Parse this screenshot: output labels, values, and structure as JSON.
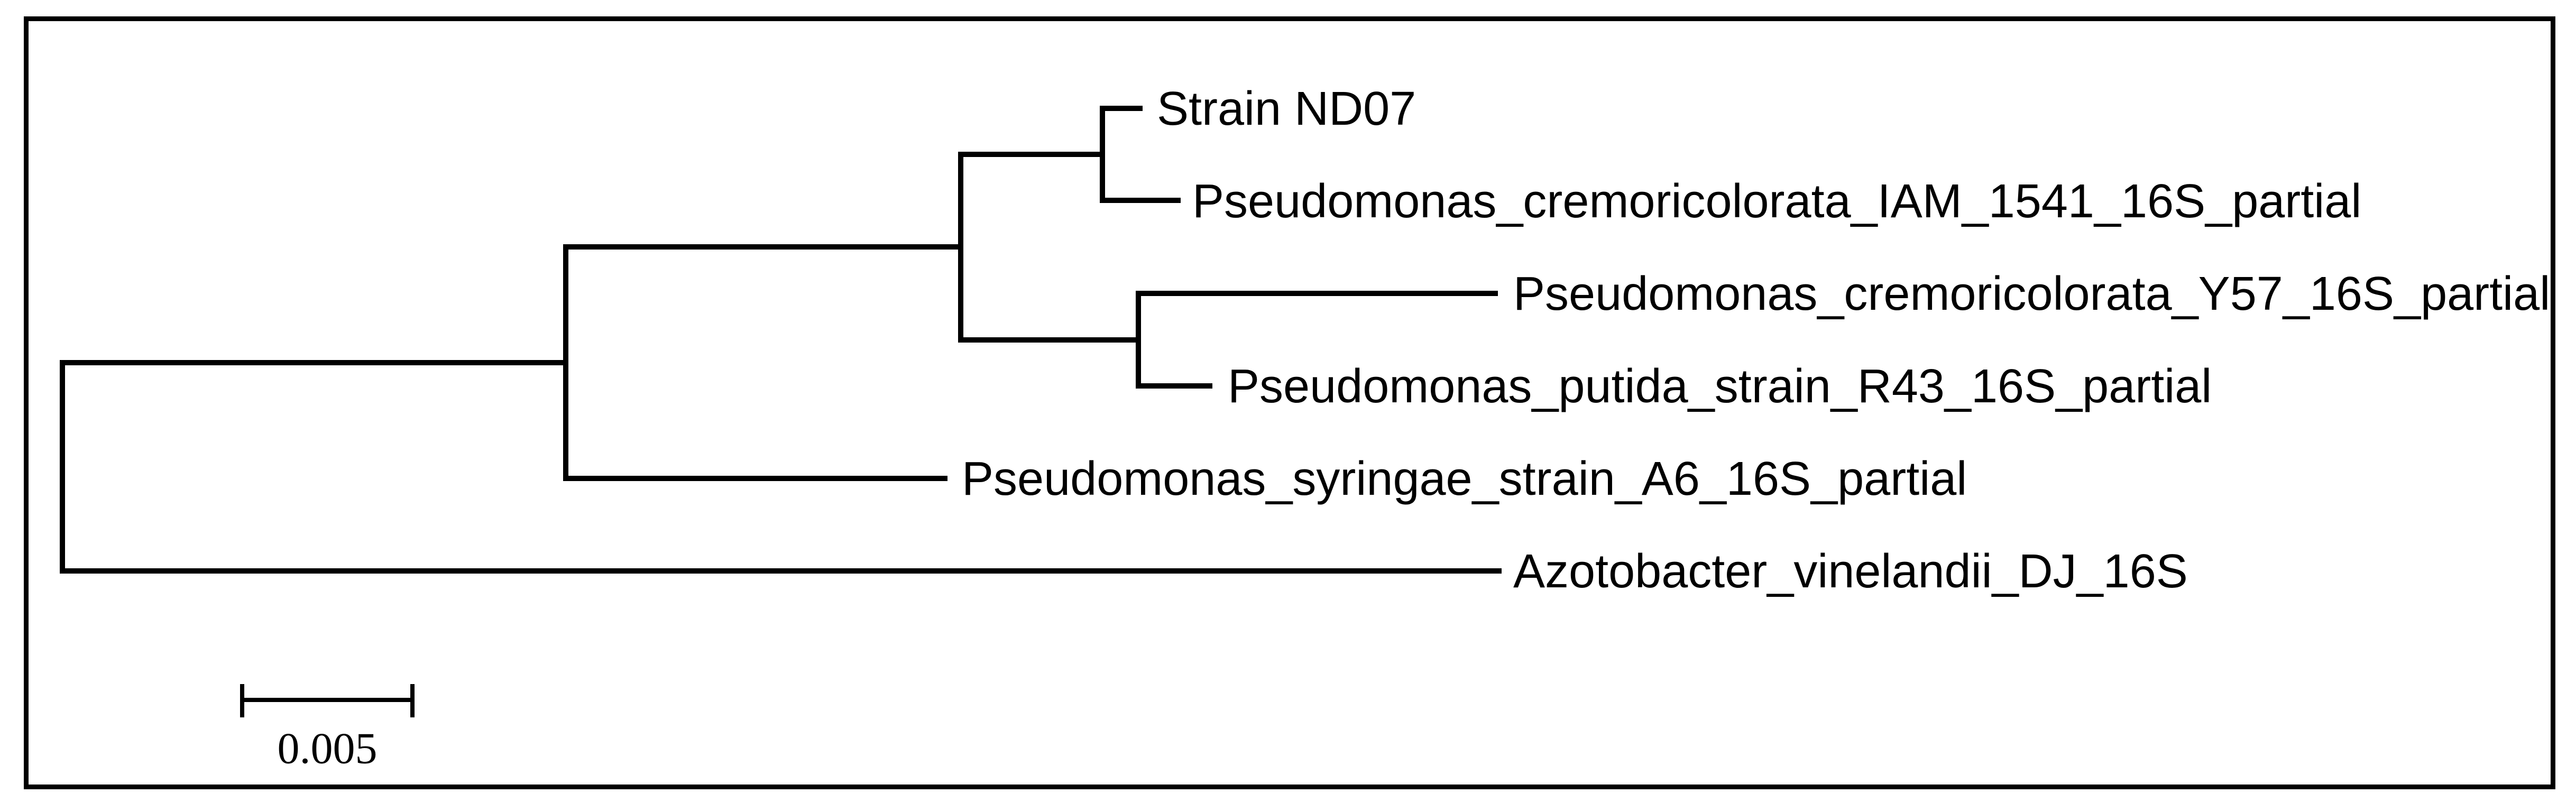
{
  "canvas": {
    "background_color": "#ffffff",
    "line_color": "#000000"
  },
  "tree": {
    "type": "phylogram",
    "orientation": "left-to-right",
    "taxa": [
      {
        "label": "Strain ND07"
      },
      {
        "label": "Pseudomonas_cremoricolorata_IAM_1541_16S_partial"
      },
      {
        "label": "Pseudomonas_cremoricolorata_Y57_16S_partial"
      },
      {
        "label": "Pseudomonas_putida_strain_R43_16S_partial"
      },
      {
        "label": "Pseudomonas_syringae_strain_A6_16S_partial"
      },
      {
        "label": "Azotobacter_vinelandii_DJ_16S"
      }
    ],
    "topology": {
      "root_children": [
        "clade_pseudomonas",
        "Azotobacter_vinelandii_DJ_16S"
      ],
      "clade_pseudomonas_children": [
        "clade_cremoricolorata_putida",
        "Pseudomonas_syringae_strain_A6_16S_partial"
      ],
      "clade_cremoricolorata_putida_children": [
        "clade_nd07_iam",
        "clade_y57_r43"
      ],
      "clade_nd07_iam_children": [
        "Strain ND07",
        "Pseudomonas_cremoricolorata_IAM_1541_16S_partial"
      ],
      "clade_y57_r43_children": [
        "Pseudomonas_cremoricolorata_Y57_16S_partial",
        "Pseudomonas_putida_strain_R43_16S_partial"
      ]
    },
    "branch_lengths_est": {
      "root_to_clade_pseudomonas": 0.0148,
      "root_to_Azotobacter_vinelandii_DJ_16S": 0.0422,
      "clade_pseudomonas_to_clade_cremoricolorata_putida": 0.0116,
      "clade_pseudomonas_to_Pseudomonas_syringae_strain_A6_16S_partial": 0.0111,
      "clade_cremoricolorata_putida_to_clade_nd07_iam": 0.0042,
      "clade_cremoricolorata_putida_to_clade_y57_r43": 0.0052,
      "clade_nd07_iam_to_Strain_ND07": 0.0011,
      "clade_nd07_iam_to_IAM_1541": 0.0022,
      "clade_y57_r43_to_Y57": 0.0105,
      "clade_y57_r43_to_R43": 0.0021
    },
    "newick_est": "((((Strain_ND07:0.0011,Pseudomonas_cremoricolorata_IAM_1541_16S_partial:0.0022):0.0042,(Pseudomonas_cremoricolorata_Y57_16S_partial:0.0105,Pseudomonas_putida_strain_R43_16S_partial:0.0021):0.0052):0.0116,Pseudomonas_syringae_strain_A6_16S_partial:0.0111):0.0148,Azotobacter_vinelandii_DJ_16S:0.0422);"
  },
  "scale_bar": {
    "label": "0.005",
    "value": 0.005
  }
}
